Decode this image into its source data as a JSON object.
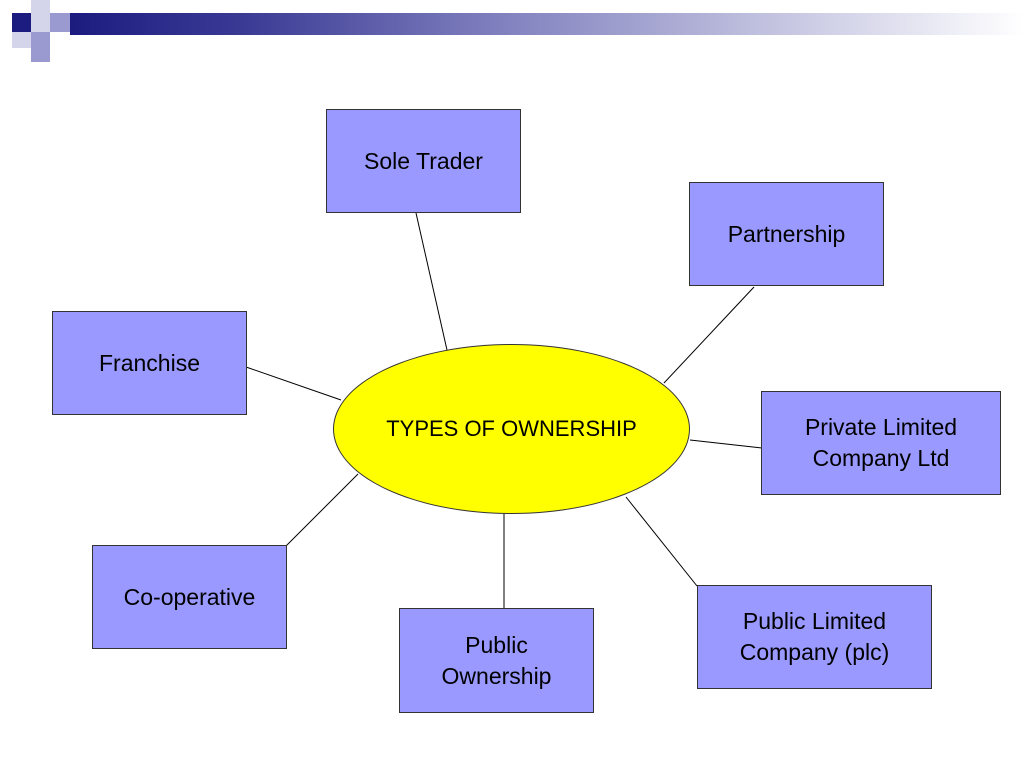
{
  "diagram": {
    "center": {
      "label": "TYPES OF OWNERSHIP",
      "color": "#ffff00"
    },
    "nodes": [
      {
        "id": "sole-trader",
        "label": "Sole Trader"
      },
      {
        "id": "partnership",
        "label": "Partnership"
      },
      {
        "id": "franchise",
        "label": "Franchise"
      },
      {
        "id": "private-limited",
        "label": "Private Limited \nCompany Ltd"
      },
      {
        "id": "co-operative",
        "label": "Co-operative"
      },
      {
        "id": "public-ownership",
        "label": "Public \nOwnership"
      },
      {
        "id": "public-limited",
        "label": "Public Limited \nCompany (plc)"
      }
    ],
    "node_color": "#9999ff",
    "header_color": "#1c1c80"
  }
}
